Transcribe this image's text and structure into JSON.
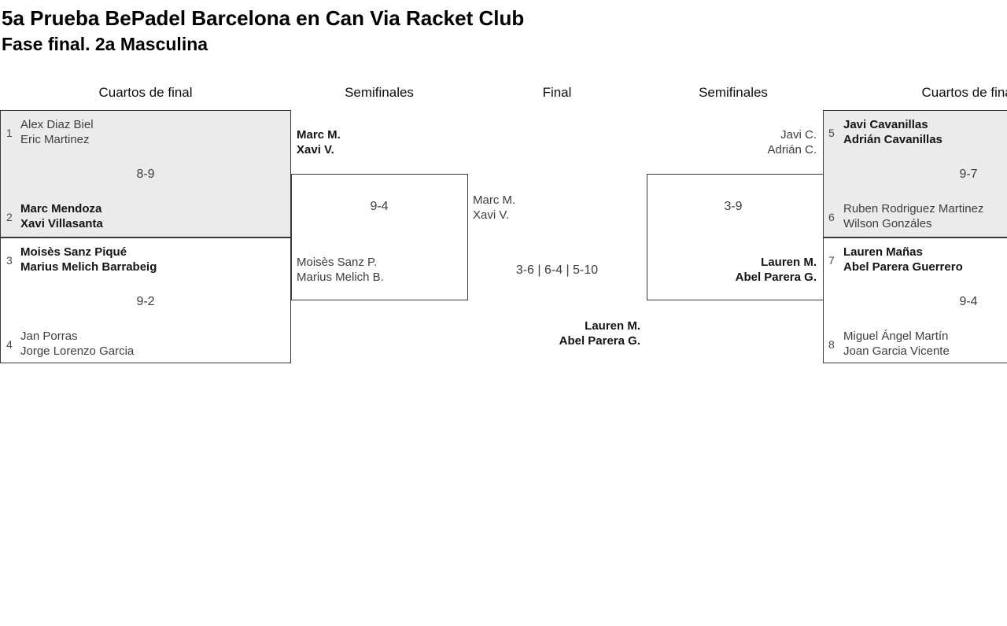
{
  "page": {
    "title": "5a Prueba BePadel Barcelona en Can Via Racket Club",
    "subtitle": "Fase final. 2a Masculina"
  },
  "round_headers": [
    "Cuartos de final",
    "Semifinales",
    "Final",
    "Semifinales",
    "Cuartos de final"
  ],
  "matches": {
    "qf_left_1": {
      "seed_a": "1",
      "team_a_p1": "Alex Diaz Biel",
      "team_a_p2": "Eric Martinez",
      "score": "8-9",
      "seed_b": "2",
      "team_b_p1": "Marc Mendoza",
      "team_b_p2": "Xavi Villasanta",
      "winner": "b"
    },
    "qf_left_2": {
      "seed_a": "3",
      "team_a_p1": "Moisès Sanz Piqué",
      "team_a_p2": "Marius Melich Barrabeig",
      "score": "9-2",
      "seed_b": "4",
      "team_b_p1": "Jan Porras",
      "team_b_p2": "Jorge Lorenzo Garcia",
      "winner": "a"
    },
    "sf_left": {
      "team_a_p1": "Marc M.",
      "team_a_p2": "Xavi V.",
      "score": "9-4",
      "team_b_p1": "Moisès Sanz P.",
      "team_b_p2": "Marius Melich B.",
      "winner": "a"
    },
    "final": {
      "team_a_p1": "Marc M.",
      "team_a_p2": "Xavi V.",
      "score": "3-6 | 6-4 | 5-10",
      "team_b_p1": "Lauren M.",
      "team_b_p2": "Abel Parera G.",
      "winner": "b"
    },
    "sf_right": {
      "team_a_p1": "Javi C.",
      "team_a_p2": "Adrián C.",
      "score": "3-9",
      "team_b_p1": "Lauren M.",
      "team_b_p2": "Abel Parera G.",
      "winner": "b"
    },
    "qf_right_1": {
      "seed_a": "5",
      "team_a_p1": "Javi Cavanillas",
      "team_a_p2": "Adrián Cavanillas",
      "score": "9-7",
      "seed_b": "6",
      "team_b_p1": "Ruben Rodriguez Martinez",
      "team_b_p2": "Wilson Gonzáles",
      "winner": "a"
    },
    "qf_right_2": {
      "seed_a": "7",
      "team_a_p1": "Lauren Mañas",
      "team_a_p2": "Abel Parera Guerrero",
      "score": "9-4",
      "seed_b": "8",
      "team_b_p1": "Miguel Ángel Martín",
      "team_b_p2": "Joan Garcia Vicente",
      "winner": "a"
    }
  },
  "colors": {
    "match_shaded_bg": "#ebebeb",
    "box_border": "#3a3a3a",
    "winner_text": "#141414",
    "team_text": "#3d3d3d"
  }
}
